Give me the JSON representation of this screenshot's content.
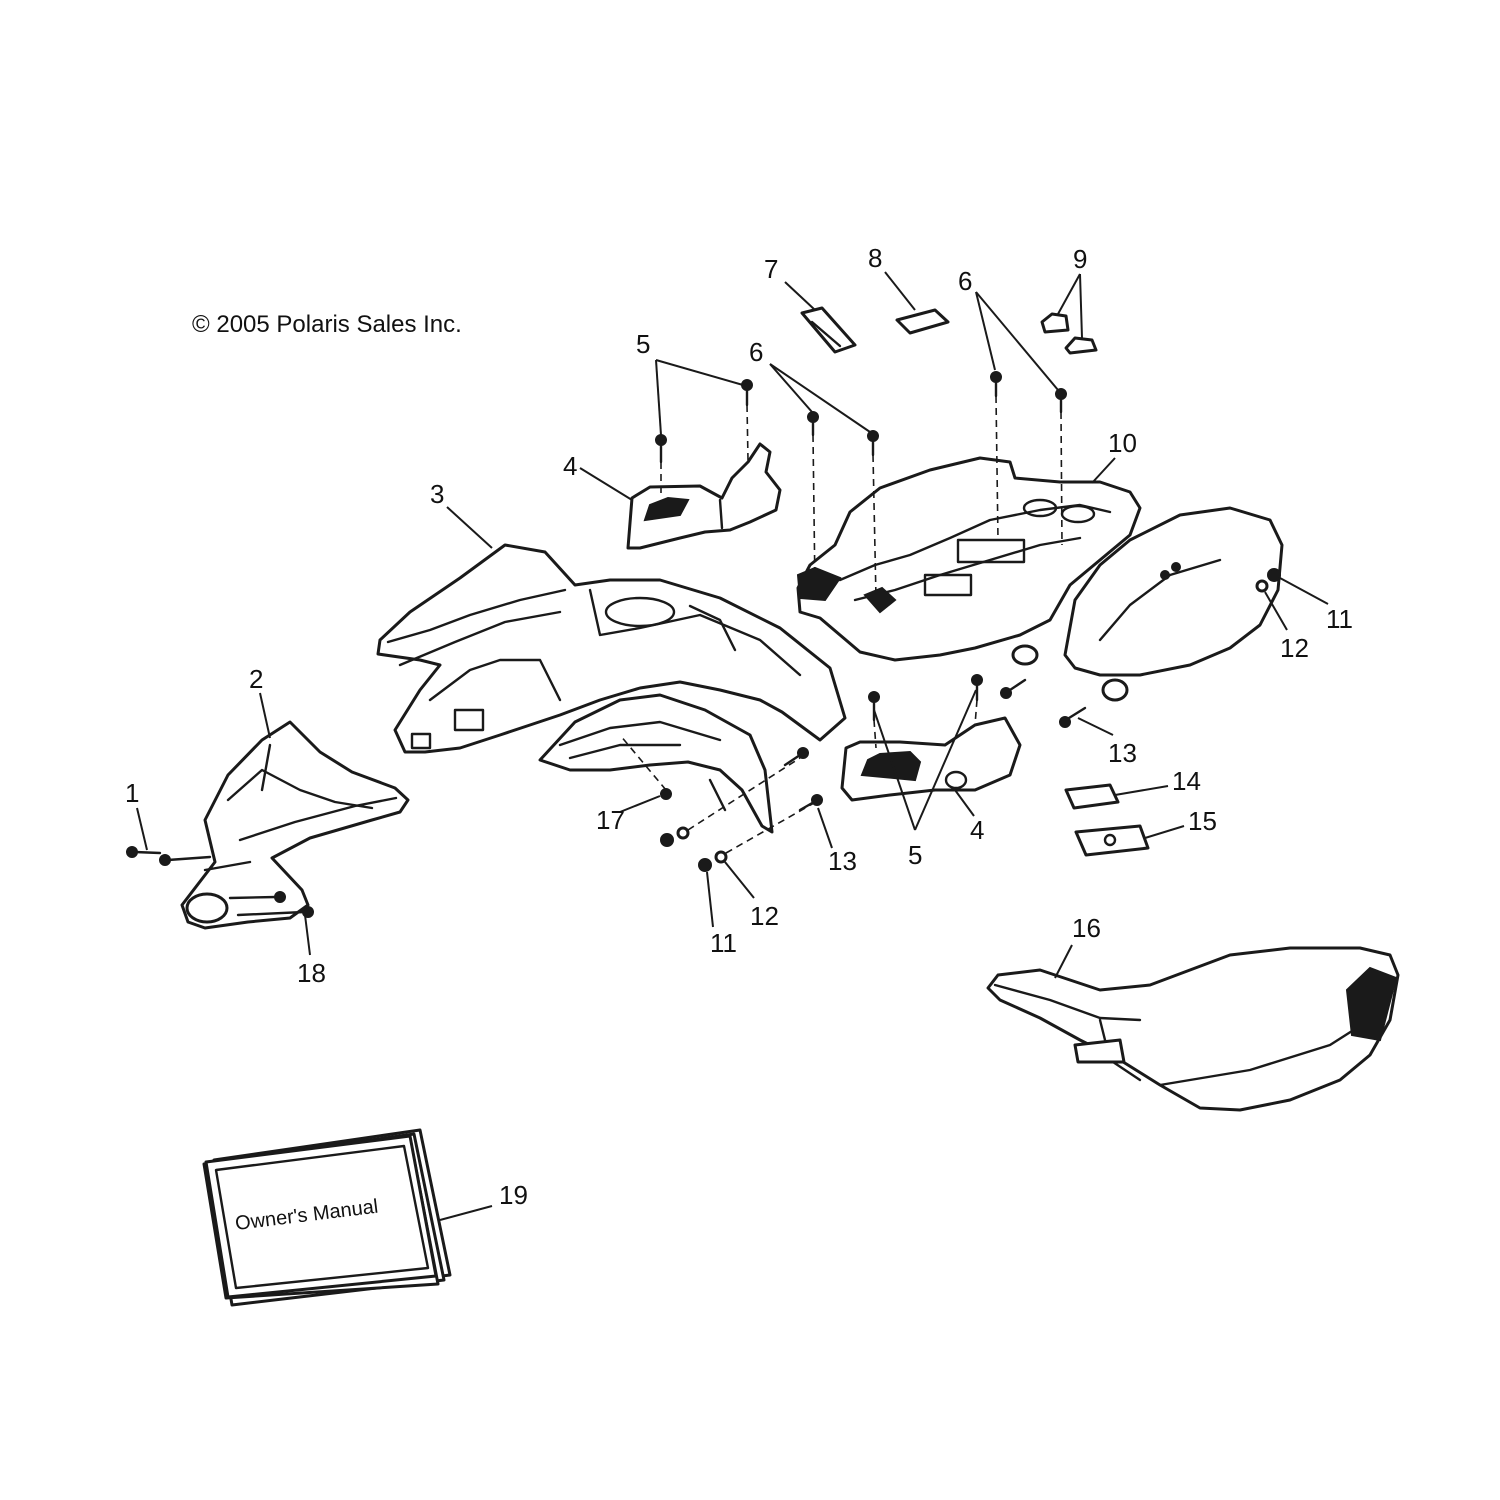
{
  "copyright": "© 2005 Polaris Sales Inc.",
  "manual_cover_text": "Owner's Manual",
  "callouts": [
    {
      "id": "c1",
      "text": "1"
    },
    {
      "id": "c2",
      "text": "2"
    },
    {
      "id": "c3",
      "text": "3"
    },
    {
      "id": "c4a",
      "text": "4"
    },
    {
      "id": "c4b",
      "text": "4"
    },
    {
      "id": "c5a",
      "text": "5"
    },
    {
      "id": "c5b",
      "text": "5"
    },
    {
      "id": "c6a",
      "text": "6"
    },
    {
      "id": "c6b",
      "text": "6"
    },
    {
      "id": "c7",
      "text": "7"
    },
    {
      "id": "c8",
      "text": "8"
    },
    {
      "id": "c9",
      "text": "9"
    },
    {
      "id": "c10",
      "text": "10"
    },
    {
      "id": "c11a",
      "text": "11"
    },
    {
      "id": "c11b",
      "text": "11"
    },
    {
      "id": "c12a",
      "text": "12"
    },
    {
      "id": "c12b",
      "text": "12"
    },
    {
      "id": "c13a",
      "text": "13"
    },
    {
      "id": "c13b",
      "text": "13"
    },
    {
      "id": "c14",
      "text": "14"
    },
    {
      "id": "c15",
      "text": "15"
    },
    {
      "id": "c16",
      "text": "16"
    },
    {
      "id": "c17",
      "text": "17"
    },
    {
      "id": "c18",
      "text": "18"
    },
    {
      "id": "c19",
      "text": "19"
    }
  ]
}
